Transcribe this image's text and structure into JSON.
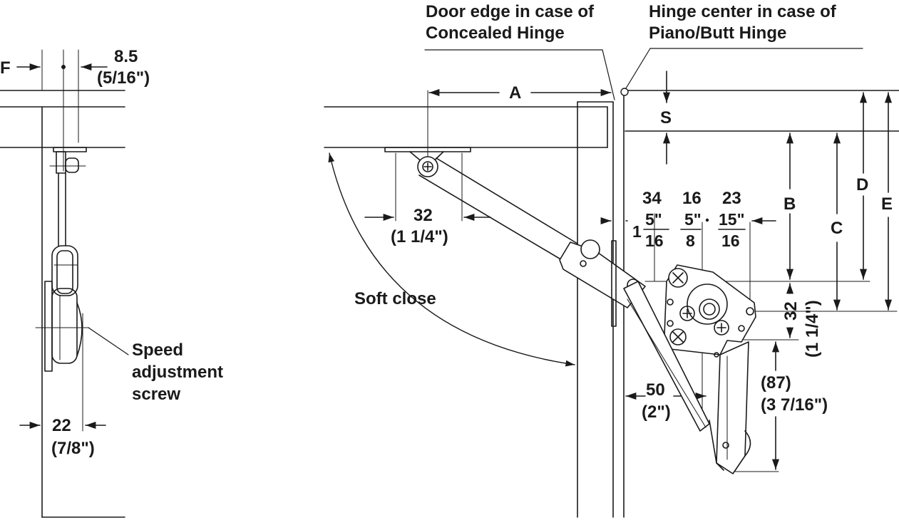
{
  "labels": {
    "door_edge_line1": "Door edge in case of",
    "door_edge_line2": "Concealed Hinge",
    "hinge_center_line1": "Hinge center in case of",
    "hinge_center_line2": "Piano/Butt Hinge",
    "f": "F",
    "dim_85_mm": "8.5",
    "dim_85_in": "(5/16\")",
    "a": "A",
    "s": "S",
    "b": "B",
    "c": "C",
    "d": "D",
    "e": "E",
    "dim_32_mm": "32",
    "dim_32_in": "(1 1/4\")",
    "soft_close": "Soft close",
    "speed_line1": "Speed",
    "speed_line2": "adjustment",
    "speed_line3": "screw",
    "dim_22_mm": "22",
    "dim_22_in": "(7/8\")",
    "dim_34": "34",
    "dim_16": "16",
    "dim_23": "23",
    "frac1_whole": "1",
    "frac1_num": "5\"",
    "frac1_den": "16",
    "frac2_num": "5\"",
    "frac2_den": "8",
    "frac3_num": "15\"",
    "frac3_den": "16",
    "dim_32v_mm": "32",
    "dim_32v_in": "(1 1/4\")",
    "dim_50_mm": "50",
    "dim_50_in": "(2\")",
    "dim_87_mm": "(87)",
    "dim_87_in": "(3 7/16\")"
  }
}
